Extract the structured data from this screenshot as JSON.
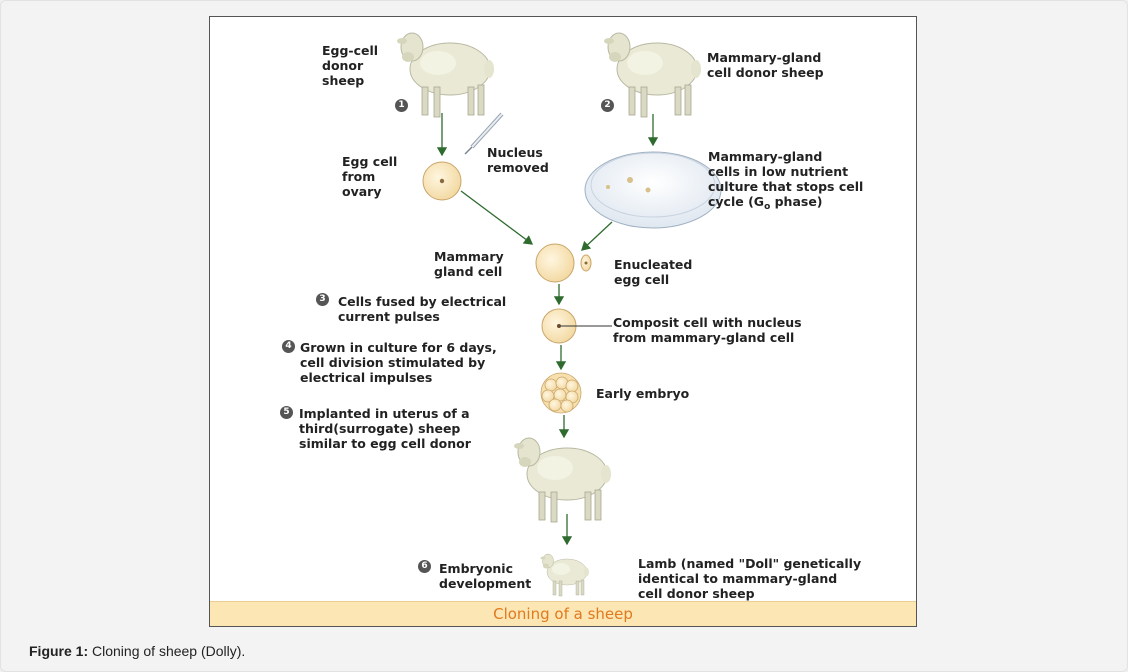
{
  "figure": {
    "labels": {
      "egg_donor": "Egg-cell\ndonor\nsheep",
      "mammary_donor": "Mammary-gland\ncell donor sheep",
      "nucleus_removed": "Nucleus\nremoved",
      "egg_cell": "Egg cell\nfrom\novary",
      "culture_line1": "Mammary-gland\ncells in low nutrient\nculture that stops cell",
      "culture_line2_prefix": "cycle (G",
      "culture_line2_sub": "o",
      "culture_line2_suffix": " phase)",
      "mammary_gland_cell": "Mammary\ngland cell",
      "enucleated": "Enucleated\negg cell",
      "step3": "Cells fused by electrical\ncurrent pulses",
      "composite": "Composit cell with nucleus\nfrom mammary-gland cell",
      "step4": "Grown in culture for 6 days,\ncell division stimulated by\nelectrical impulses",
      "early_embryo": "Early embryo",
      "step5": "Implanted in uterus of a\nthird(surrogate) sheep\nsimilar to egg cell donor",
      "step6": "Embryonic\ndevelopment",
      "lamb": "Lamb (named \"Doll\" genetically\nidentical to mammary-gland\ncell donor sheep"
    },
    "step_numbers": [
      "1",
      "2",
      "3",
      "4",
      "5",
      "6"
    ],
    "footer_title": "Cloning of a sheep"
  },
  "caption": {
    "label": "Figure 1:",
    "text": " Cloning of sheep (Dolly)."
  },
  "colors": {
    "arrow": "#2f6b2f",
    "cell_fill": "#fbe7bd",
    "footer_bg": "#fbe6b4",
    "footer_text": "#e07a1e",
    "sheep_wool": "#e9e9d6"
  }
}
